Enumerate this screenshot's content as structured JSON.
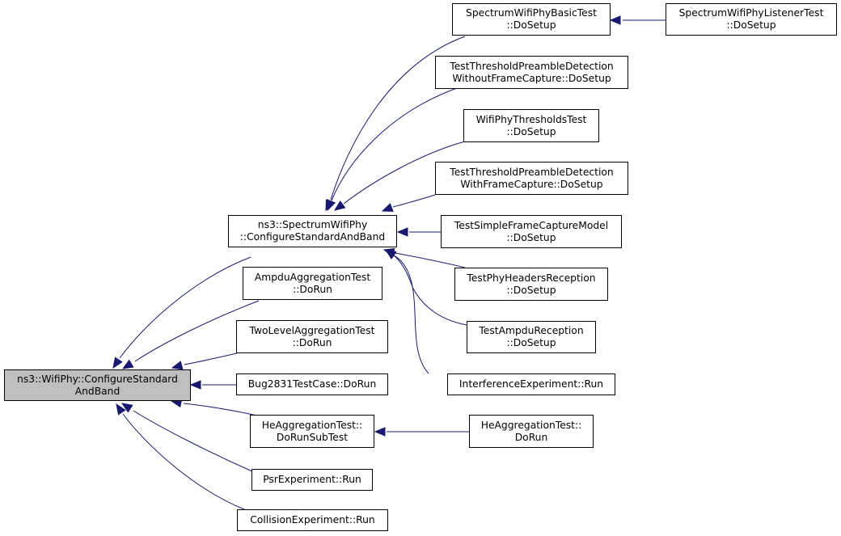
{
  "colors": {
    "edge": "#191970",
    "root_fill": "#bfbfbf",
    "node_fill": "#ffffff",
    "node_border": "#000000"
  },
  "nodes": {
    "root": [
      "ns3::WifiPhy::ConfigureStandard",
      "AndBand"
    ],
    "spectrum": [
      "ns3::SpectrumWifiPhy",
      "::ConfigureStandardAndBand"
    ],
    "ampdu_agg": [
      "AmpduAggregationTest",
      "::DoRun"
    ],
    "two_level": [
      "TwoLevelAggregationTest",
      "::DoRun"
    ],
    "bug2831": [
      "Bug2831TestCase::DoRun"
    ],
    "he_sub": [
      "HeAggregationTest::",
      "DoRunSubTest"
    ],
    "he_run": [
      "HeAggregationTest::",
      "DoRun"
    ],
    "psr": [
      "PsrExperiment::Run"
    ],
    "collision": [
      "CollisionExperiment::Run"
    ],
    "basic": [
      "SpectrumWifiPhyBasicTest",
      "::DoSetup"
    ],
    "listener": [
      "SpectrumWifiPhyListenerTest",
      "::DoSetup"
    ],
    "tpd_without": [
      "TestThresholdPreambleDetection",
      "WithoutFrameCapture::DoSetup"
    ],
    "thresholds": [
      "WifiPhyThresholdsTest",
      "::DoSetup"
    ],
    "tpd_with": [
      "TestThresholdPreambleDetection",
      "WithFrameCapture::DoSetup"
    ],
    "simple_capture": [
      "TestSimpleFrameCaptureModel",
      "::DoSetup"
    ],
    "headers": [
      "TestPhyHeadersReception",
      "::DoSetup"
    ],
    "ampdu_rx": [
      "TestAmpduReception",
      "::DoSetup"
    ],
    "interference": [
      "InterferenceExperiment::Run"
    ]
  }
}
